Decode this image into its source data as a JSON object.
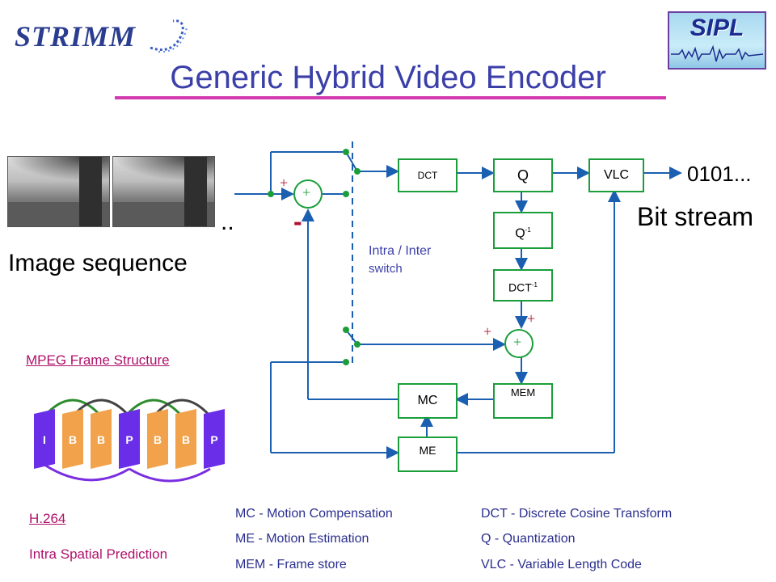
{
  "logo_left": "STRIMM",
  "logo_right": "SIPL",
  "title": "Generic Hybrid Video Encoder",
  "image_sequence_label": "Image sequence",
  "ellipsis": "..",
  "output_bits": "0101...",
  "bitstream_label": "Bit stream",
  "blocks": {
    "dct": "DCT",
    "q": "Q",
    "vlc": "VLC",
    "qinv": "Q",
    "qinv_sup": "-1",
    "dctinv": "DCT",
    "dctinv_sup": "-1",
    "mem": "MEM",
    "mc": "MC",
    "me": "ME"
  },
  "signs": {
    "plus": "+",
    "minus": "-"
  },
  "switch_label_1": "Intra / Inter",
  "switch_label_2": "switch",
  "mpeg_label": "MPEG Frame Structure",
  "frame_types": [
    "I",
    "B",
    "B",
    "P",
    "B",
    "B",
    "P"
  ],
  "h264_label": "H.264",
  "intra_label": "Intra Spatial Prediction",
  "legend_left": [
    "MC - Motion Compensation",
    "ME - Motion Estimation",
    "MEM - Frame store"
  ],
  "legend_right": [
    "DCT - Discrete Cosine Transform",
    "Q - Quantization",
    "VLC - Variable Length Code"
  ],
  "colors": {
    "title": "#3b3fa8",
    "underline": "#d43ab0",
    "block_border": "#1a9e3a",
    "line": "#1b5fb0",
    "link": "#b0106a"
  }
}
